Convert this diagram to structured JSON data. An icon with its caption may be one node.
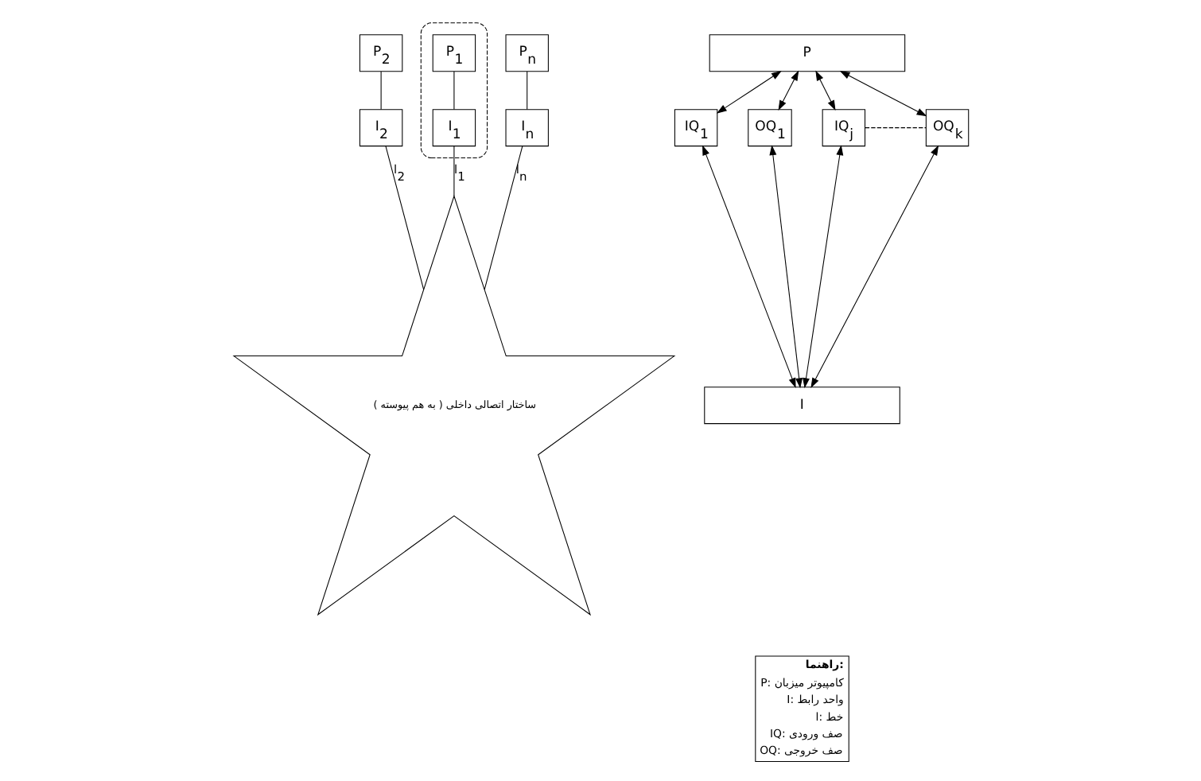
{
  "diagram": {
    "nodes": [
      {
        "text": [
          "P$_{2}$"
        ]
      },
      {
        "text": [],
        "shape": "ellipse"
      },
      {
        "text": [
          "P$_{1}$"
        ],
        "in": 1
      },
      {
        "text": [
          "I$_{2}$"
        ]
      },
      {
        "text": [
          "I$_{1}$"
        ],
        "in": 1
      },
      {
        "text": [
          "ساختار اتصالی داخلی ( به هم پیوسته )"
        ]
      },
      {
        "text": [
          "I$_{n}$"
        ]
      },
      {
        "text": [
          "P$_{n}$"
        ]
      },
      {
        "text": [
          "P"
        ]
      },
      {
        "text": [
          "IQ$_{1}$"
        ]
      },
      {
        "text": [
          "OQ$_{1}$"
        ]
      },
      {
        "text": [
          "IQ$_{j}$"
        ]
      },
      {
        "text": [
          "OQ$_{k}$"
        ]
      },
      {
        "text": [
          "I"
        ]
      }
    ],
    "edges": [
      {
        "from": 0,
        "to": 3,
        "arrow": "none"
      },
      {
        "from": 2,
        "to": 4,
        "arrow": "none"
      },
      {
        "from": 3,
        "to": 5,
        "arrow": "none",
        "label": "l$_{2}$"
      },
      {
        "from": 4,
        "to": 5,
        "arrow": "none",
        "label": "l$_{1}$"
      },
      {
        "from": 7,
        "to": 6,
        "arrow": "none"
      },
      {
        "from": 6,
        "to": 5,
        "arrow": "none",
        "label": "l$_{n}$"
      },
      {
        "from": 8,
        "to": 9,
        "arrow": "both"
      },
      {
        "from": 8,
        "to": 10,
        "arrow": "both"
      },
      {
        "from": 8,
        "to": 11,
        "arrow": "both"
      },
      {
        "from": 8,
        "to": 12,
        "arrow": "both"
      },
      {
        "from": 11,
        "to": 12,
        "arrow": "none",
        "style": "dashed"
      },
      {
        "from": 9,
        "to": 13,
        "arrow": "both"
      },
      {
        "from": 10,
        "to": 13,
        "arrow": "both"
      },
      {
        "from": 11,
        "to": 13,
        "arrow": "both"
      },
      {
        "from": 12,
        "to": 13,
        "arrow": "both"
      }
    ],
    "labels": [
      "راهنما:"
    ],
    "legend": [
      {
        "text": "P: کامپیوتر میزبان"
      },
      {
        "text": "I: واحد رابط"
      },
      {
        "text": "l: خط"
      },
      {
        "text": "IQ: صف ورودی"
      },
      {
        "text": "OQ: صف خروجی"
      }
    ]
  }
}
